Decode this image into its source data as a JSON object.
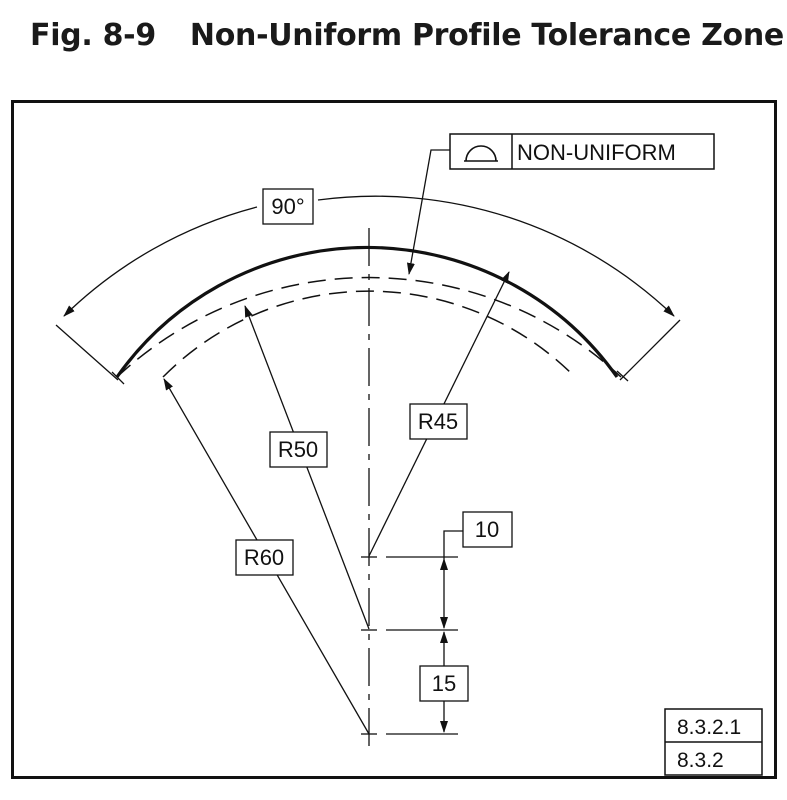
{
  "title": {
    "number": "Fig. 8-9",
    "text": "Non-Uniform Profile Tolerance Zone"
  },
  "feature_control_frame": {
    "symbol": "profile-of-a-line-icon",
    "text": "NON-UNIFORM"
  },
  "dimensions": {
    "angle": "90°",
    "r_outer": "R60",
    "r_true": "R50",
    "r_inner": "R45",
    "offset_upper": "10",
    "offset_lower": "15"
  },
  "references": [
    "8.3.2.1",
    "8.3.2"
  ],
  "colors": {
    "line": "#111111",
    "border": "#111111"
  }
}
